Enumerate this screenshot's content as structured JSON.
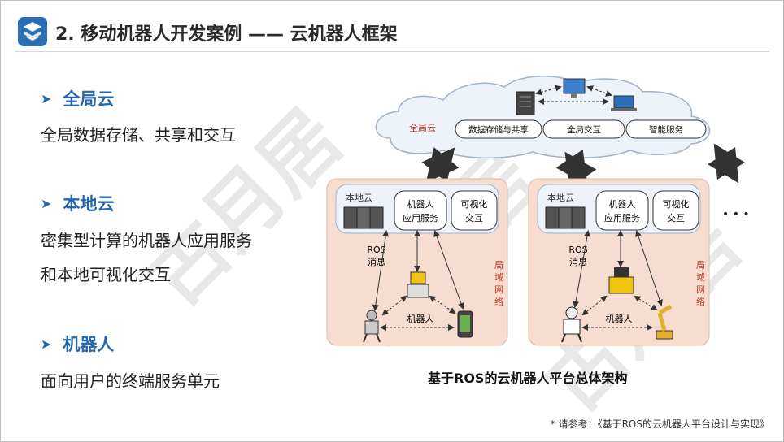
{
  "header": {
    "title": "2. 移动机器人开发案例 —— 云机器人框架"
  },
  "sections": [
    {
      "heading": "全局云",
      "lines": [
        "全局数据存储、共享和交互"
      ]
    },
    {
      "heading": "本地云",
      "lines": [
        "密集型计算的机器人应用服务",
        "和本地可视化交互"
      ]
    },
    {
      "heading": "机器人",
      "lines": [
        "面向用户的终端服务单元"
      ]
    }
  ],
  "diagram": {
    "global_cloud": {
      "label": "全局云",
      "services": [
        "数据存储与共享",
        "全局交互",
        "智能服务"
      ]
    },
    "local_cloud": {
      "label": "本地云",
      "service_app": [
        "机器人",
        "应用服务"
      ],
      "service_vis": [
        "可视化",
        "交互"
      ]
    },
    "ros_msg": [
      "ROS",
      "消息"
    ],
    "lan": [
      "局",
      "域",
      "网",
      "络"
    ],
    "robots": "机器人",
    "ellipsis": "• • •"
  },
  "caption": "基于ROS的云机器人平台总体架构",
  "reference": "* 请参考：《基于ROS的云机器人平台设计与实现》",
  "watermark": "古月居",
  "colors": {
    "accent": "#2466aa",
    "cloud_label": "#c0392b",
    "local_bg": "#f7ddd0",
    "cloud_fill": "#eef3fa"
  }
}
